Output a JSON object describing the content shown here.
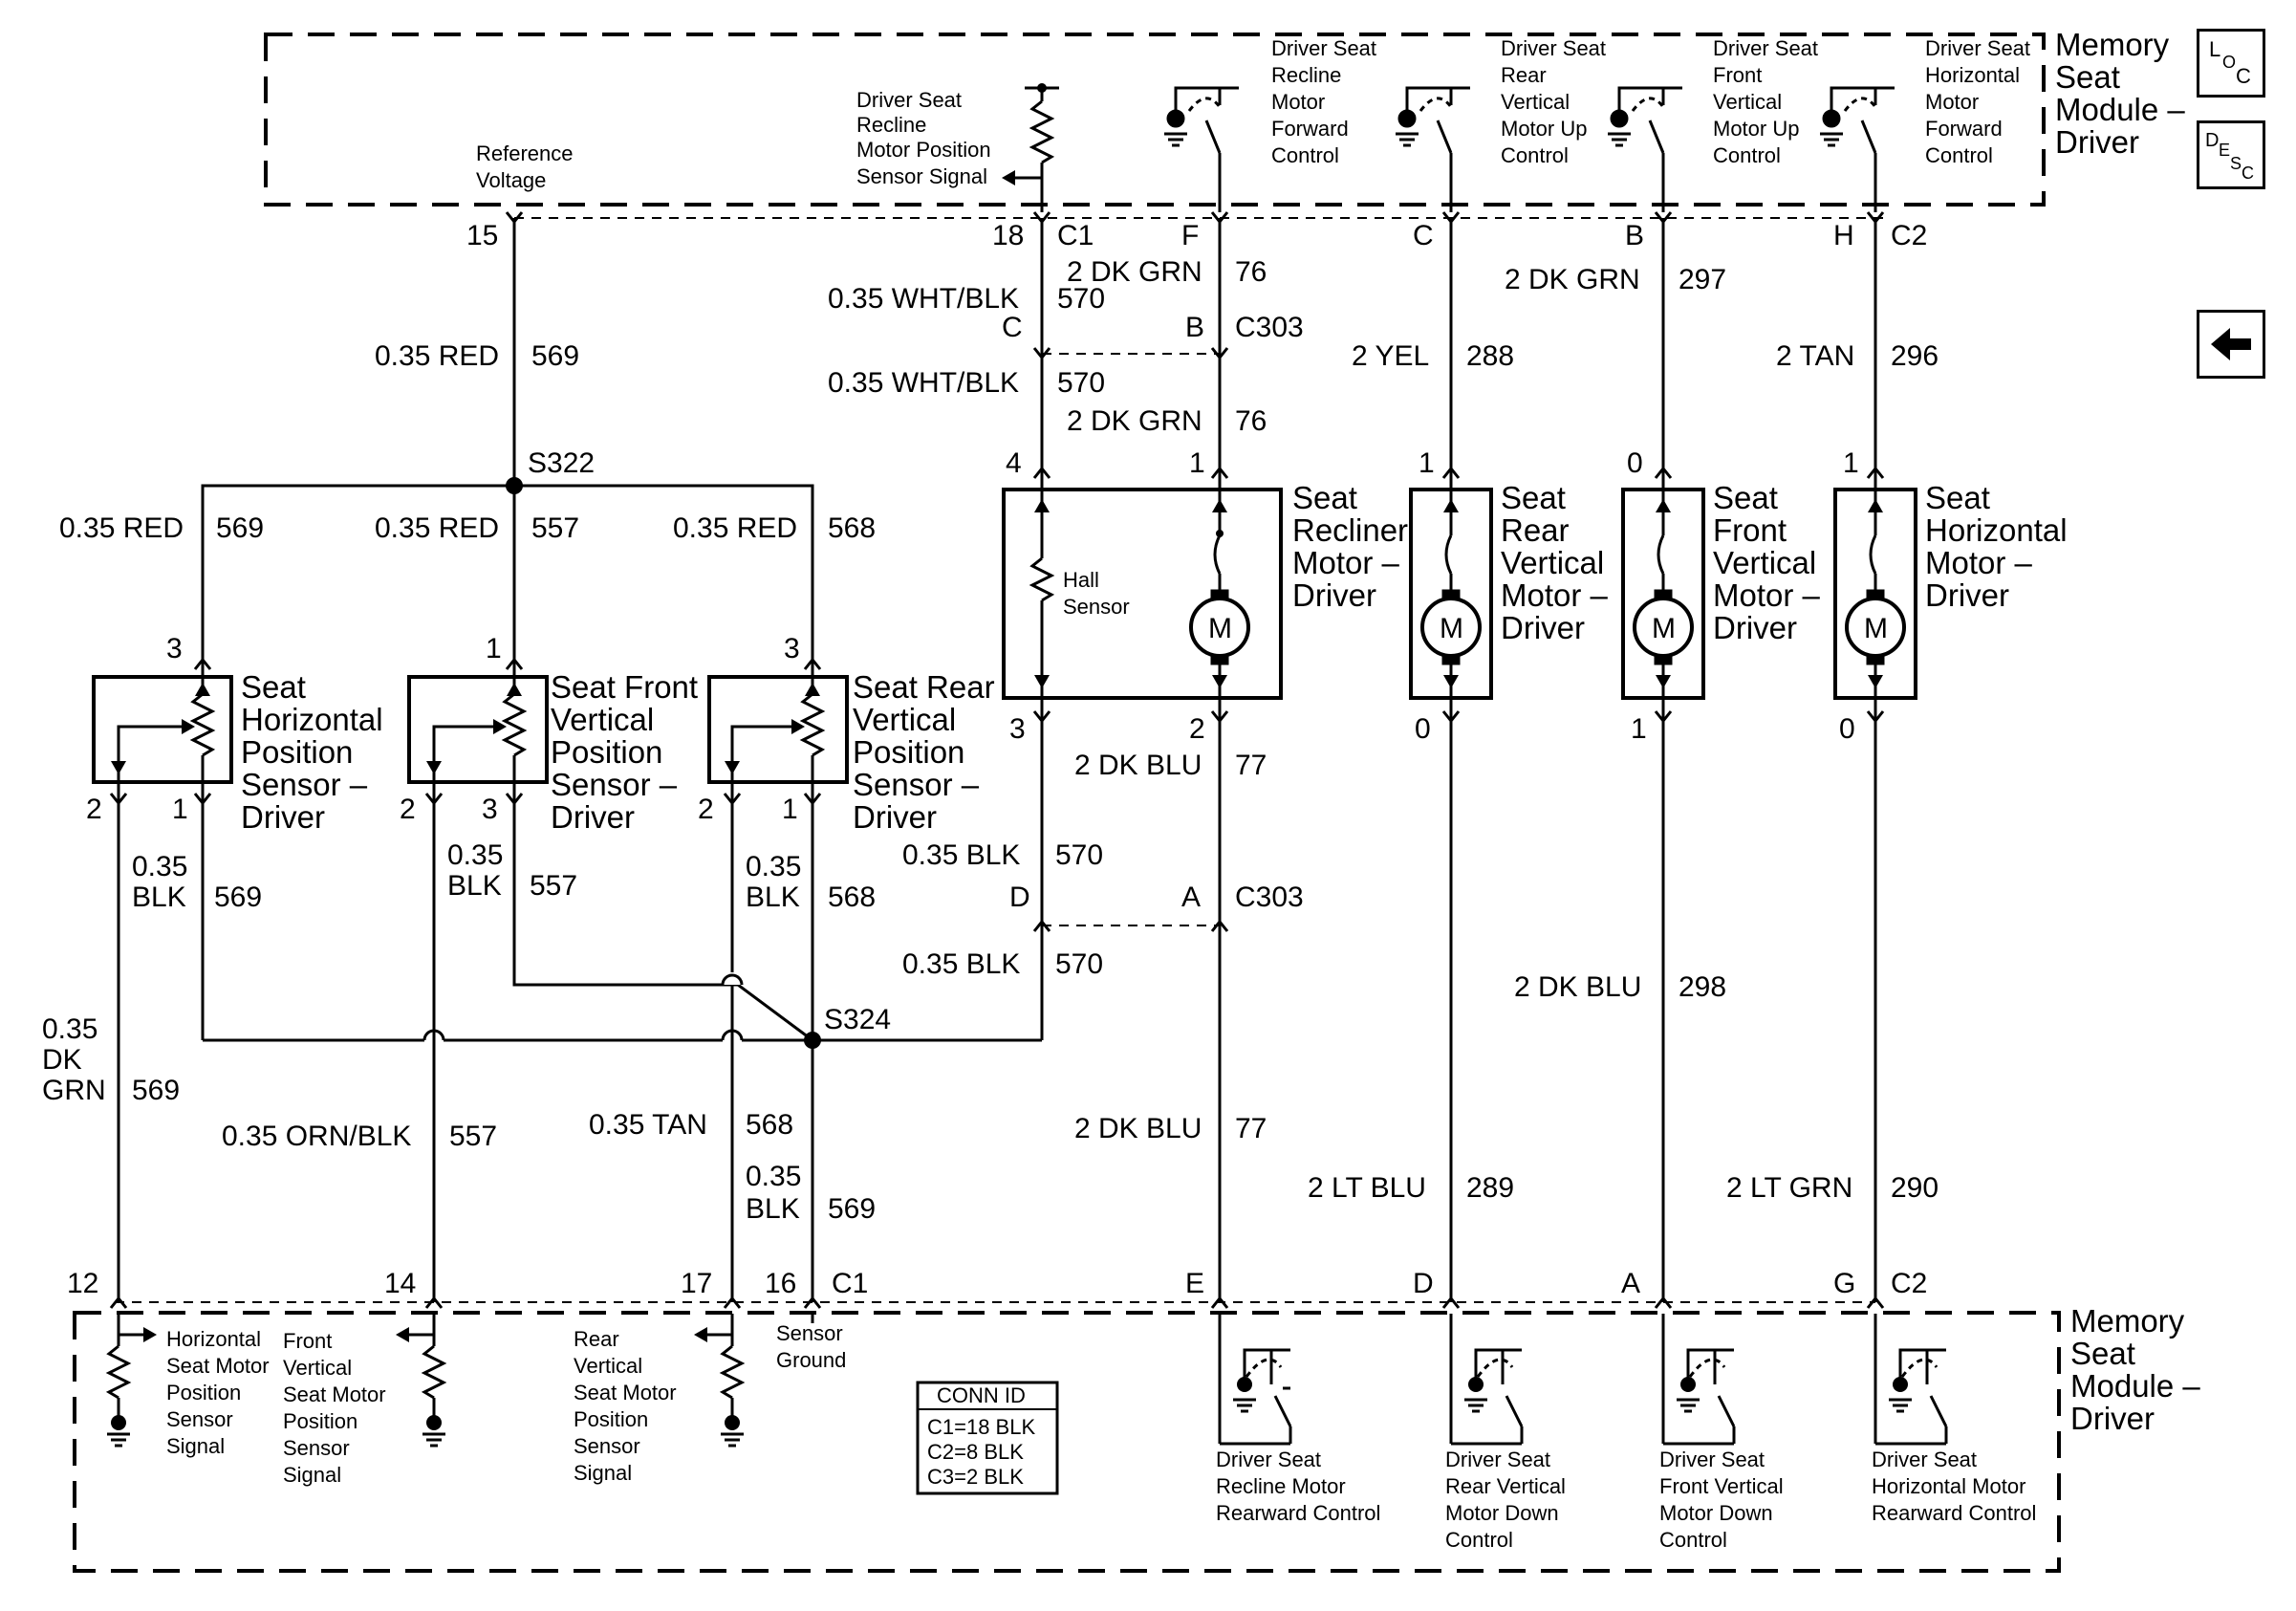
{
  "module_top": {
    "label": "Memory Seat Module – Driver",
    "lines": [
      "Memory",
      "Seat",
      "Module –",
      "Driver"
    ]
  },
  "module_bottom": {
    "label": "Memory Seat Module – Driver",
    "lines": [
      "Memory",
      "Seat",
      "Module –",
      "Driver"
    ]
  },
  "top_internal": {
    "reference_voltage": [
      "Reference",
      "Voltage"
    ],
    "recline_position_signal": [
      "Driver Seat",
      "Recline",
      "Motor Position",
      "Sensor Signal"
    ],
    "recline_forward": [
      "Driver Seat",
      "Recline",
      "Motor",
      "Forward",
      "Control"
    ],
    "rear_vertical_up": [
      "Driver Seat",
      "Rear",
      "Vertical",
      "Motor Up",
      "Control"
    ],
    "front_vertical_up": [
      "Driver Seat",
      "Front",
      "Vertical",
      "Motor Up",
      "Control"
    ],
    "horizontal_forward": [
      "Driver Seat",
      "Horizontal",
      "Motor",
      "Forward",
      "Control"
    ]
  },
  "bottom_internal": {
    "horizontal_sensor_signal": [
      "Horizontal",
      "Seat Motor",
      "Position",
      "Sensor",
      "Signal"
    ],
    "front_vertical_sensor_signal": [
      "Front",
      "Vertical",
      "Seat Motor",
      "Position",
      "Sensor",
      "Signal"
    ],
    "rear_vertical_sensor_signal": [
      "Rear",
      "Vertical",
      "Seat Motor",
      "Position",
      "Sensor",
      "Signal"
    ],
    "sensor_ground": [
      "Sensor",
      "Ground"
    ],
    "recline_rearward": [
      "Driver Seat",
      "Recline Motor",
      "Rearward Control"
    ],
    "rear_vertical_down": [
      "Driver Seat",
      "Rear Vertical",
      "Motor Down",
      "Control"
    ],
    "front_vertical_down": [
      "Driver Seat",
      "Front Vertical",
      "Motor Down",
      "Control"
    ],
    "horizontal_rearward": [
      "Driver Seat",
      "Horizontal Motor",
      "Rearward Control"
    ]
  },
  "conn_id": {
    "title": "CONN ID",
    "rows": [
      "C1=18 BLK",
      "C2=8 BLK",
      "C3=2 BLK"
    ]
  },
  "components": {
    "recliner_motor": [
      "Seat",
      "Recliner",
      "Motor –",
      "Driver"
    ],
    "rear_vertical_motor": [
      "Seat",
      "Rear",
      "Vertical",
      "Motor –",
      "Driver"
    ],
    "front_vertical_motor": [
      "Seat",
      "Front",
      "Vertical",
      "Motor –",
      "Driver"
    ],
    "horizontal_motor": [
      "Seat",
      "Horizontal",
      "Motor –",
      "Driver"
    ],
    "horizontal_sensor": [
      "Seat",
      "Horizontal",
      "Position",
      "Sensor –",
      "Driver"
    ],
    "front_vertical_sensor": [
      "Seat Front",
      "Vertical",
      "Position",
      "Sensor –",
      "Driver"
    ],
    "rear_vertical_sensor": [
      "Seat Rear",
      "Vertical",
      "Position",
      "Sensor –",
      "Driver"
    ],
    "hall_sensor": [
      "Hall",
      "Sensor"
    ],
    "motor_symbol": "M"
  },
  "splices": {
    "s322": "S322",
    "s324": "S324"
  },
  "connectors": {
    "c1": "C1",
    "c2": "C2",
    "c303": "C303"
  },
  "top_pins": {
    "p15": "15",
    "p18": "18",
    "pF": "F",
    "pC": "C",
    "pB": "B",
    "pH": "H"
  },
  "c303_pins": {
    "upper_c": "C",
    "upper_b": "B",
    "lower_d": "D",
    "lower_a": "A"
  },
  "bottom_pins": {
    "p12": "12",
    "p14": "14",
    "p17": "17",
    "p16": "16",
    "pE": "E",
    "pD": "D",
    "pA": "A",
    "pG": "G"
  },
  "motor_pins": {
    "recliner_top_4": "4",
    "recliner_top_1": "1",
    "recliner_bot_3": "3",
    "recliner_bot_2": "2",
    "rear_top": "1",
    "rear_bot": "0",
    "front_top": "0",
    "front_bot": "1",
    "horiz_top": "1",
    "horiz_bot": "0"
  },
  "sensor_pins": {
    "h_top": "3",
    "h_b2": "2",
    "h_b1": "1",
    "f_top": "1",
    "f_b2": "2",
    "f_b3": "3",
    "r_top": "3",
    "r_b2": "2",
    "r_b1": "1"
  },
  "wires": {
    "w15": {
      "size": "0.35 RED",
      "circuit": "569"
    },
    "w76_top": {
      "size": "2 DK GRN",
      "circuit": "76"
    },
    "w570_top": {
      "size": "0.35 WHT/BLK",
      "circuit": "570"
    },
    "w570_mid": {
      "size": "0.35 WHT/BLK",
      "circuit": "570"
    },
    "w76_mid": {
      "size": "2 DK GRN",
      "circuit": "76"
    },
    "w288": {
      "size": "2 YEL",
      "circuit": "288"
    },
    "w297": {
      "size": "2 DK GRN",
      "circuit": "297"
    },
    "w296": {
      "size": "2 TAN",
      "circuit": "296"
    },
    "w569_left": {
      "size": "0.35 RED",
      "circuit": "569"
    },
    "w557_red": {
      "size": "0.35 RED",
      "circuit": "557"
    },
    "w568_red": {
      "size": "0.35 RED",
      "circuit": "568"
    },
    "w569_blk": {
      "size": [
        "0.35",
        "BLK"
      ],
      "circuit": "569"
    },
    "w557_blk": {
      "size": [
        "0.35",
        "BLK"
      ],
      "circuit": "557"
    },
    "w568_blk": {
      "size": [
        "0.35",
        "BLK"
      ],
      "circuit": "568"
    },
    "w77_top": {
      "size": "2 DK BLU",
      "circuit": "77"
    },
    "w570_blk_a": {
      "size": "0.35 BLK",
      "circuit": "570"
    },
    "w570_blk_b": {
      "size": "0.35 BLK",
      "circuit": "570"
    },
    "w569_dkgrn": {
      "size": [
        "0.35",
        "DK",
        "GRN"
      ],
      "circuit": "569"
    },
    "w557_orn": {
      "size": "0.35 ORN/BLK",
      "circuit": "557"
    },
    "w568_tan": {
      "size": "0.35 TAN",
      "circuit": "568"
    },
    "w569_blk_low": {
      "size": [
        "0.35",
        "BLK"
      ],
      "circuit": "569"
    },
    "w77_low": {
      "size": "2 DK BLU",
      "circuit": "77"
    },
    "w298": {
      "size": "2 DK BLU",
      "circuit": "298"
    },
    "w289": {
      "size": "2 LT BLU",
      "circuit": "289"
    },
    "w290": {
      "size": "2 LT GRN",
      "circuit": "290"
    }
  },
  "nav": {
    "loc": [
      "L",
      "O",
      "C"
    ],
    "desc": [
      "D",
      "E",
      "S",
      "C"
    ],
    "back_icon": "arrow-left-icon"
  },
  "colors": {
    "line": "#000000",
    "background": "#ffffff"
  }
}
